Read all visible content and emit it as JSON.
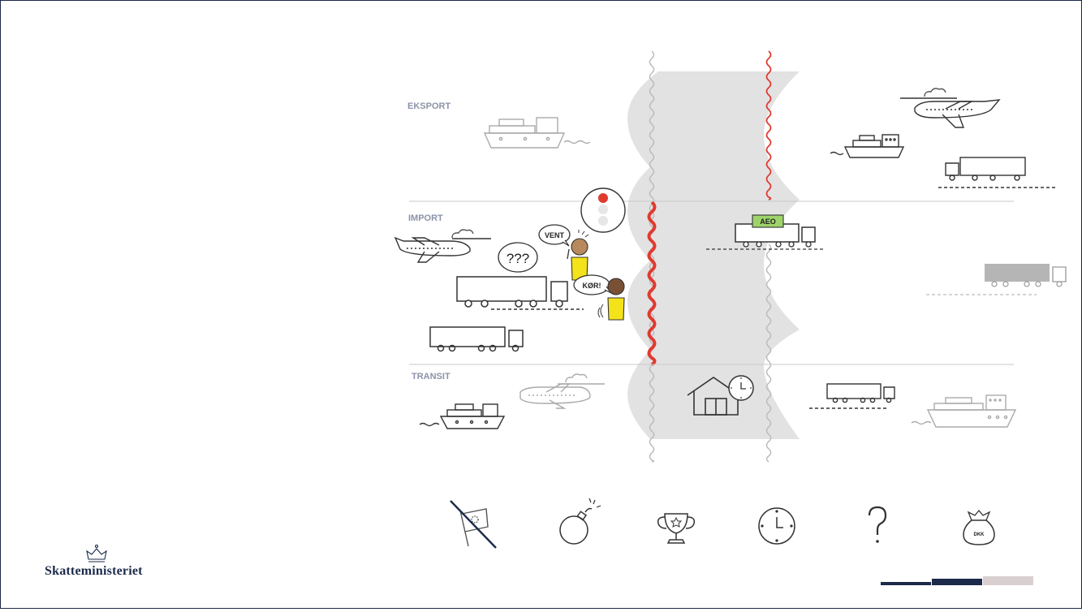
{
  "brand": {
    "name": "Skatteministeriet",
    "crown_icon": "crown-icon"
  },
  "sections": {
    "export_label": "EKSPORT",
    "import_label": "IMPORT",
    "transit_label": "TRANSIT"
  },
  "labels": {
    "aeo": "AEO",
    "vent": "VENT",
    "question": "???",
    "kor": "KØR!",
    "dkk": "DKK"
  },
  "bottom_icons": [
    "crossed-out-flag-icon",
    "bomb-icon",
    "trophy-icon",
    "clock-icon",
    "question-mark-icon",
    "money-bag-icon"
  ],
  "colors": {
    "navy": "#1b2a4a",
    "section_label": "#8c93a8",
    "border_red": "#e03a2f",
    "zone_gray": "#e2e2e2",
    "aeo_green": "#9ed36a",
    "vest_yellow": "#f4e21a",
    "progress_light": "#d9cfd0"
  }
}
